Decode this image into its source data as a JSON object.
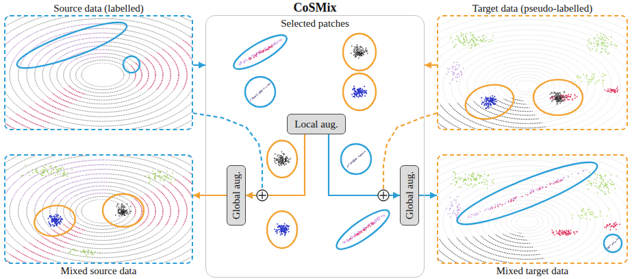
{
  "diagram": {
    "nodes": [
      {
        "text": [
          "Source data (labelled)"
        ]
      },
      {
        "text": [
          "CoSMix",
          "Selected patches"
        ]
      },
      {
        "text": [
          "Target data (pseudo-labelled)"
        ]
      },
      {
        "text": [
          "Local aug."
        ],
        "in": 1
      },
      {
        "text": [
          "Global aug."
        ],
        "in": 1
      },
      {
        "text": [
          "Global aug."
        ],
        "in": 1
      },
      {
        "text": [
          "Mixed source data"
        ]
      },
      {
        "text": [
          "Mixed target data"
        ]
      }
    ],
    "edges": [
      {
        "from": 0,
        "to": 1,
        "arrow": "to"
      },
      {
        "from": 2,
        "to": 1,
        "arrow": "to"
      },
      {
        "from": 0,
        "to": 4,
        "arrow": "to"
      },
      {
        "from": 2,
        "to": 5,
        "arrow": "to"
      },
      {
        "from": 3,
        "to": 4,
        "arrow": "to"
      },
      {
        "from": 3,
        "to": 5,
        "arrow": "to"
      },
      {
        "from": 4,
        "to": 6,
        "arrow": "to"
      },
      {
        "from": 5,
        "to": 7,
        "arrow": "to"
      }
    ]
  }
}
